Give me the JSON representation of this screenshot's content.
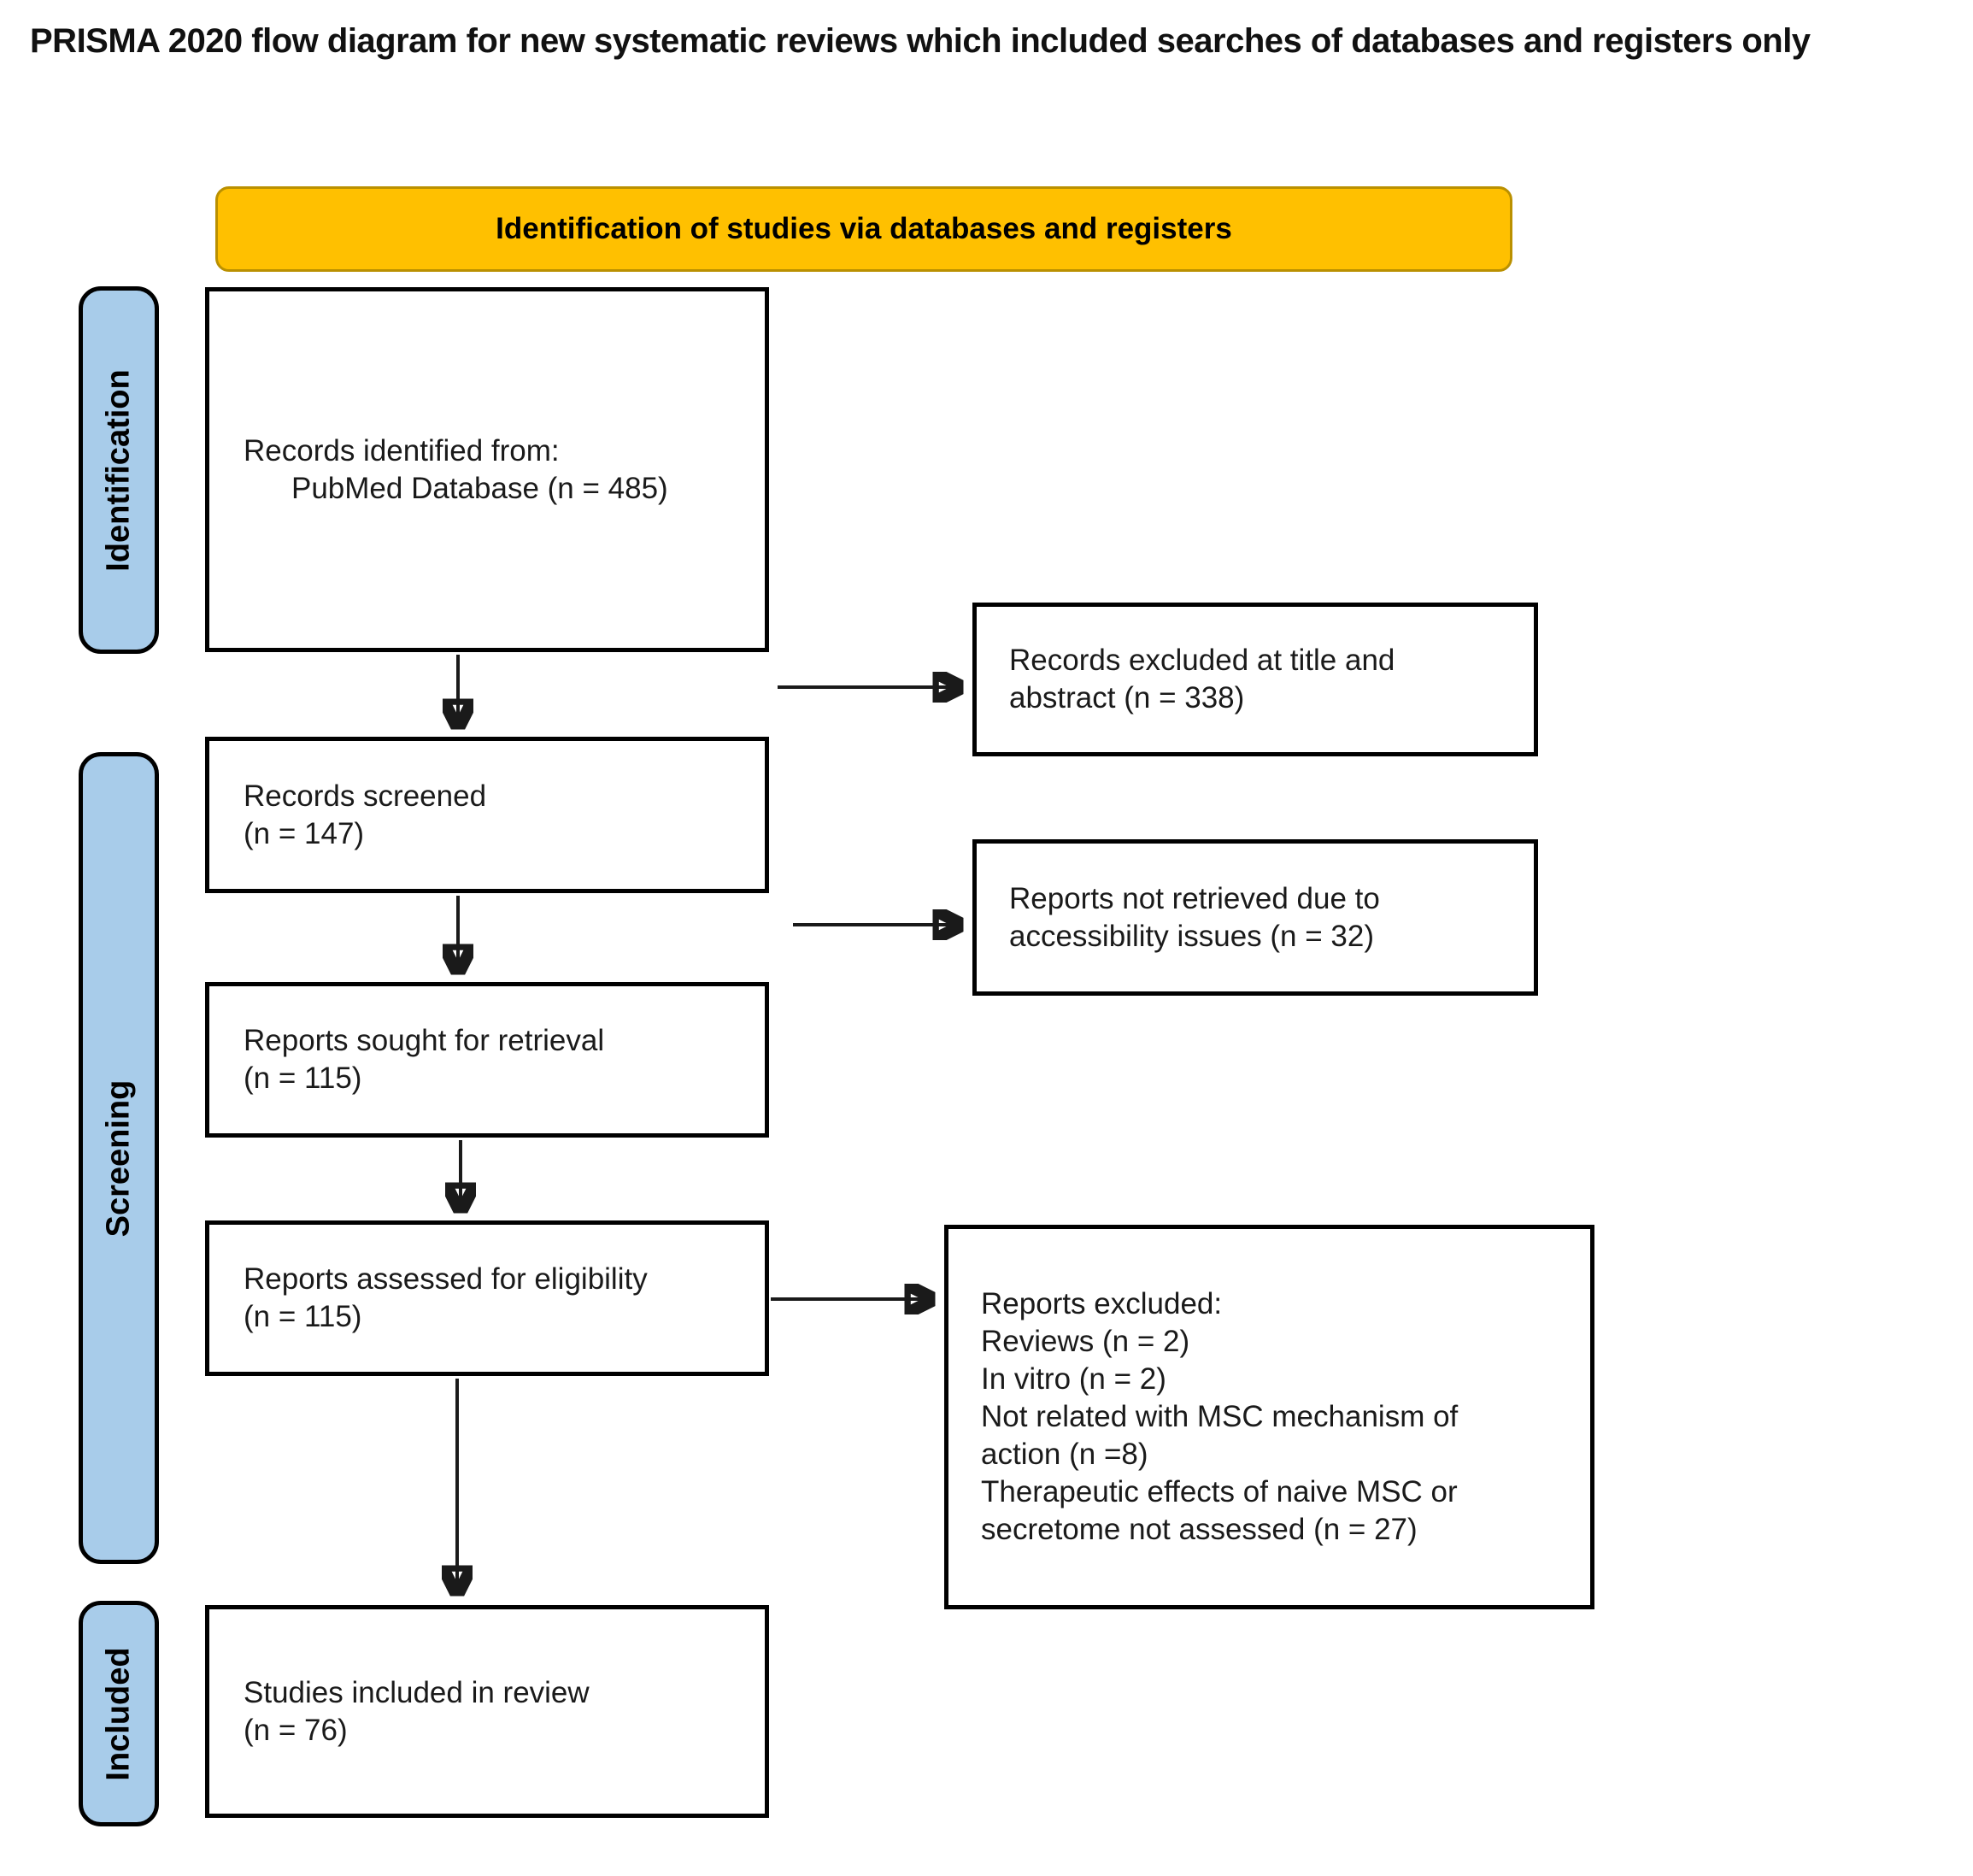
{
  "title": "PRISMA 2020 flow diagram for new systematic reviews which included searches of databases and registers only",
  "banner": {
    "label": "Identification of studies via databases and registers"
  },
  "colors": {
    "banner_bg": "#FFC000",
    "banner_border": "#BA9000",
    "stage_bg": "#A8CCEA",
    "box_border": "#000000",
    "arrow": "#1A1A1A",
    "text": "#1A1A1A"
  },
  "stages": [
    {
      "label": "Identification"
    },
    {
      "label": "Screening"
    },
    {
      "label": "Included"
    }
  ],
  "flow": {
    "records_identified": {
      "line1": "Records identified from:",
      "line2": "PubMed Database (n = 485)"
    },
    "records_screened": {
      "line1": "Records screened",
      "line2": "(n = 147)"
    },
    "reports_sought": {
      "line1": "Reports sought for retrieval",
      "line2": "(n = 115)"
    },
    "reports_assessed": {
      "line1": "Reports assessed for eligibility",
      "line2": "(n = 115)"
    },
    "studies_included": {
      "line1": "Studies included in review",
      "line2": "(n = 76)"
    }
  },
  "exclusions": {
    "title_abstract": {
      "text": "Records excluded at title and abstract (n = 338)"
    },
    "not_retrieved": {
      "text": "Reports not retrieved due to accessibility issues (n = 32)"
    },
    "assessed": {
      "heading": "Reports excluded:",
      "reasons": [
        "Reviews (n = 2)",
        "In vitro (n = 2)",
        "Not related with MSC mechanism of action (n =8)",
        "Therapeutic effects of naive MSC or secretome not assessed (n = 27)"
      ]
    }
  }
}
